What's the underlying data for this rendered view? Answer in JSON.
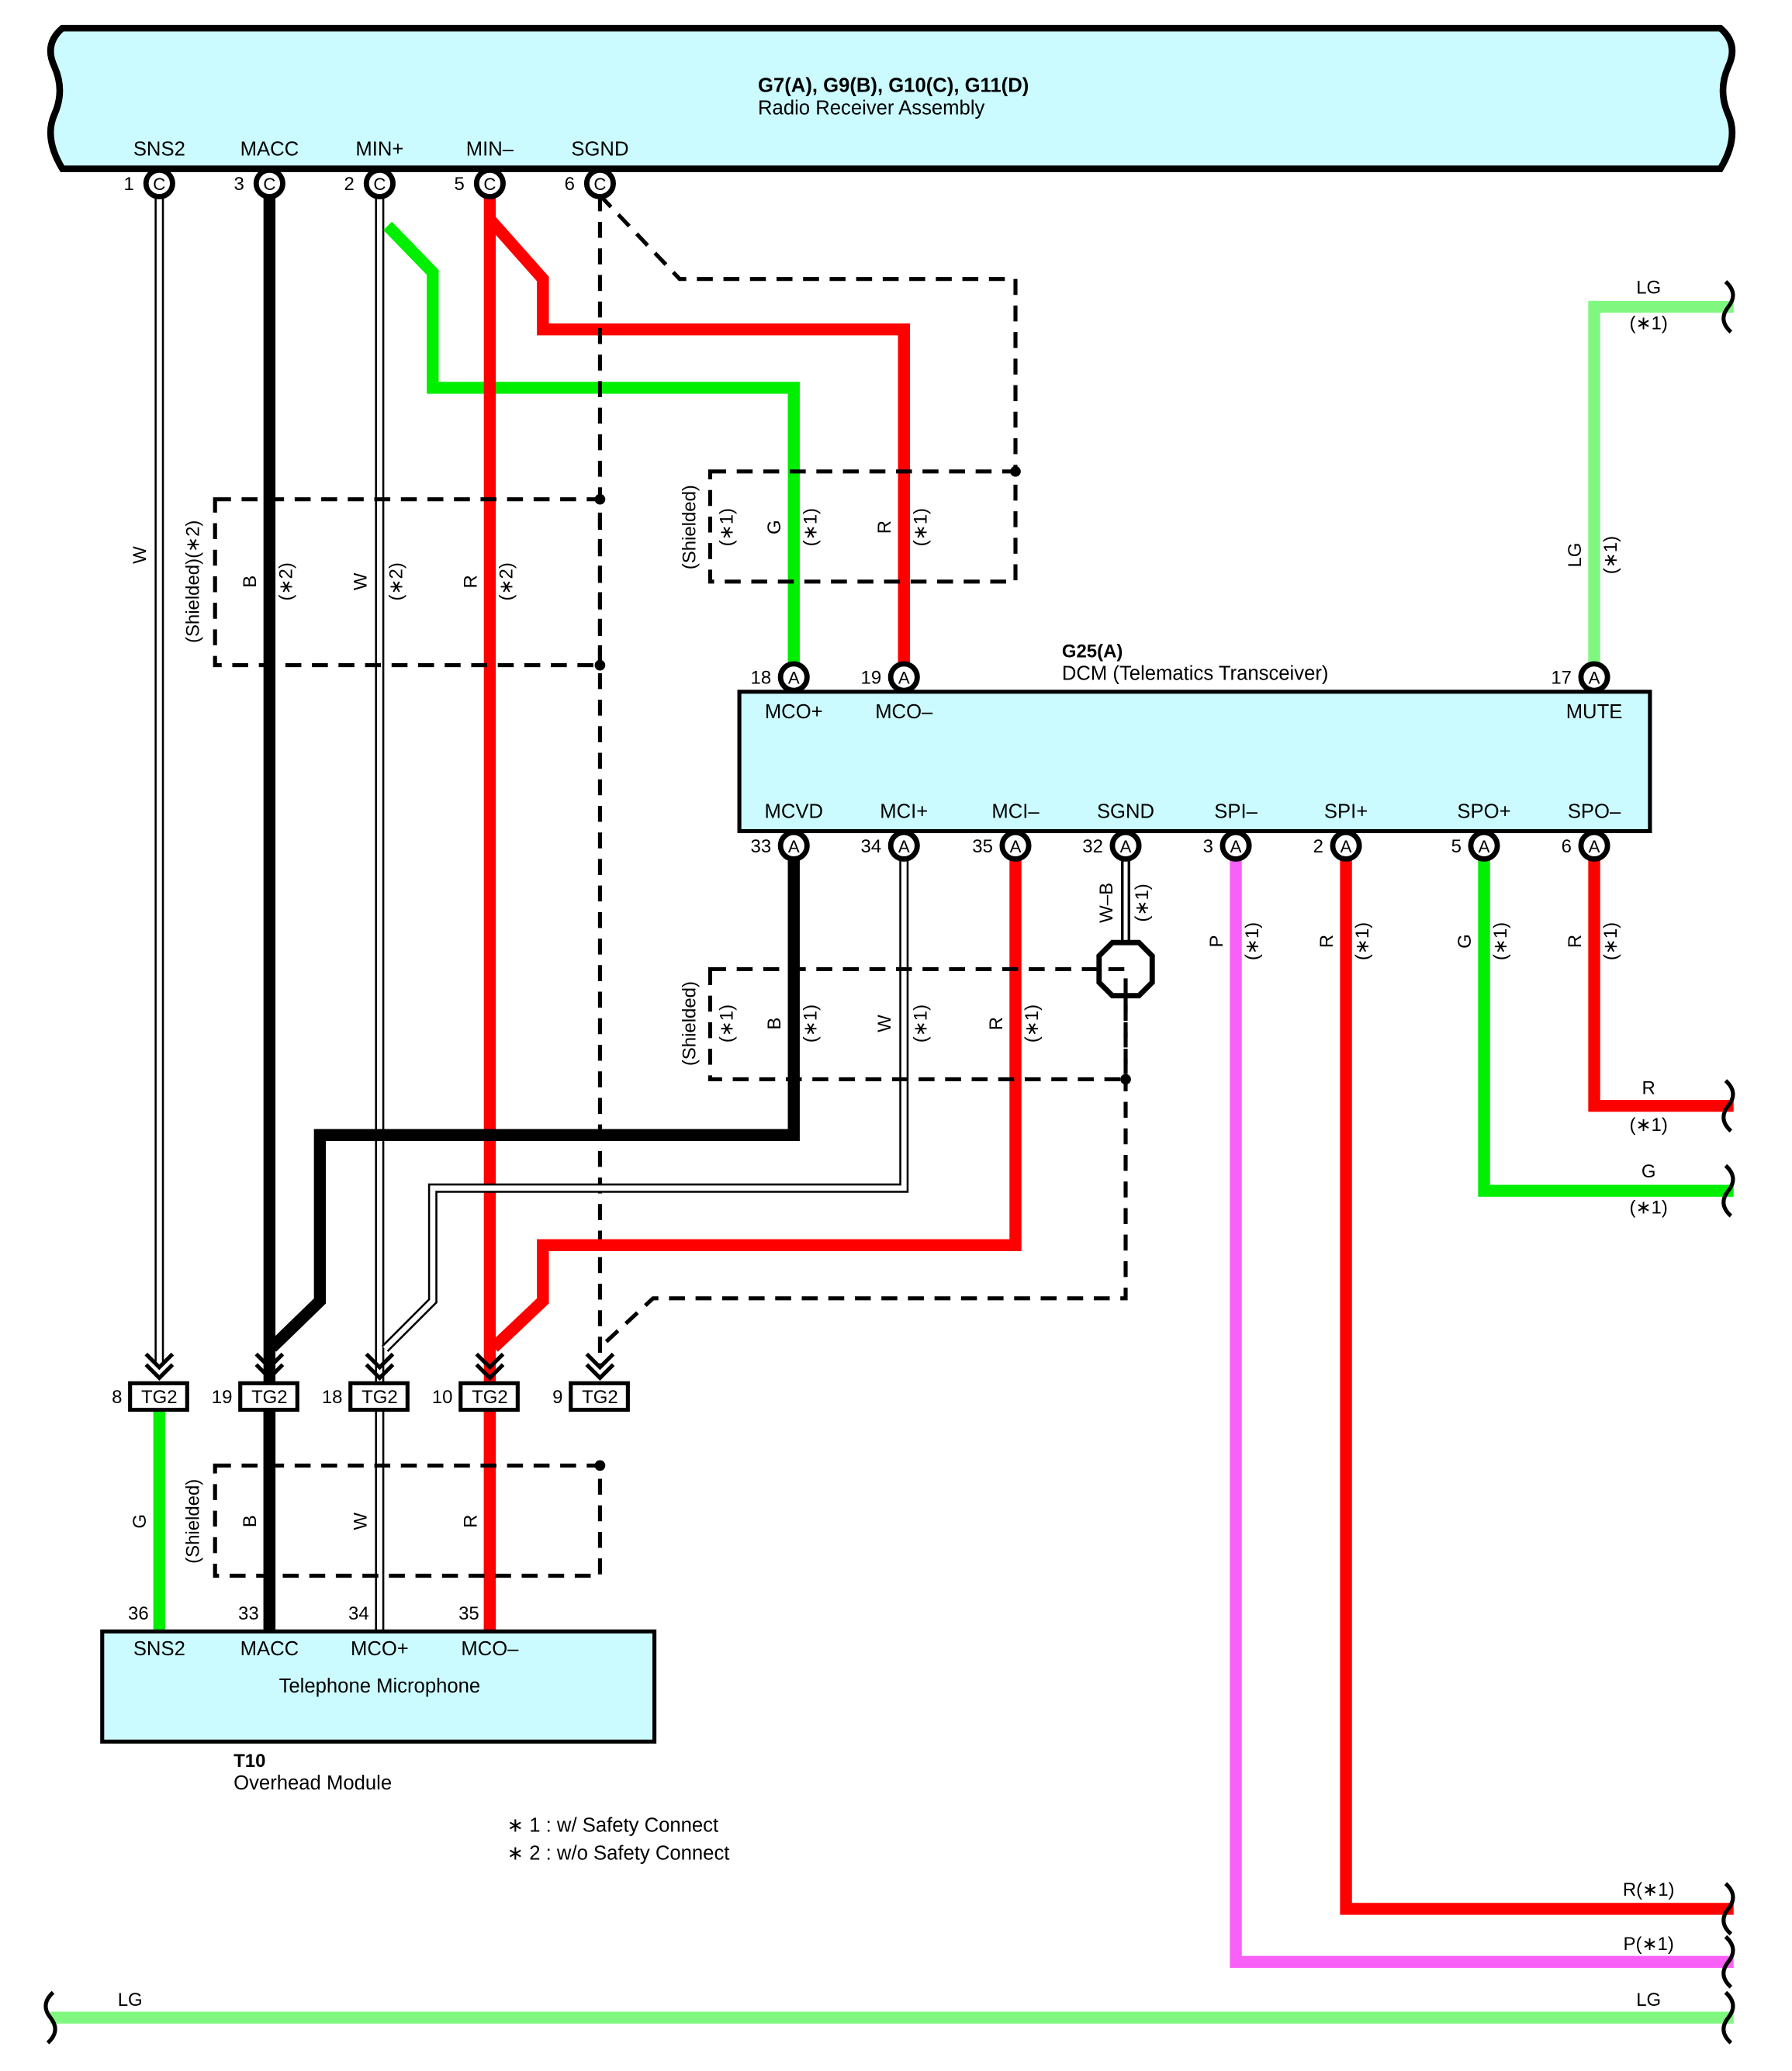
{
  "colors": {
    "LG": "#80f880",
    "G": "#00ee00",
    "R": "#ff0000",
    "B": "#000000",
    "W": "#ffffff",
    "P": "#f860f8",
    "box_fill": "#ccfbff"
  },
  "radio": {
    "title": "G7(A), G9(B), G10(C), G11(D)",
    "subtitle": "Radio Receiver Assembly",
    "pins": [
      {
        "label": "SNS2",
        "num": "1",
        "letter": "C"
      },
      {
        "label": "MACC",
        "num": "3",
        "letter": "C"
      },
      {
        "label": "MIN+",
        "num": "2",
        "letter": "C"
      },
      {
        "label": "MIN–",
        "num": "5",
        "letter": "C"
      },
      {
        "label": "SGND",
        "num": "6",
        "letter": "C"
      }
    ]
  },
  "dcm": {
    "title": "G25(A)",
    "subtitle": "DCM (Telematics Transceiver)",
    "top_pins": [
      {
        "label": "MCO+",
        "num": "18",
        "letter": "A"
      },
      {
        "label": "MCO–",
        "num": "19",
        "letter": "A"
      },
      {
        "label": "MUTE",
        "num": "17",
        "letter": "A"
      }
    ],
    "bottom_pins": [
      {
        "label": "MCVD",
        "num": "33",
        "letter": "A"
      },
      {
        "label": "MCI+",
        "num": "34",
        "letter": "A"
      },
      {
        "label": "MCI–",
        "num": "35",
        "letter": "A"
      },
      {
        "label": "SGND",
        "num": "32",
        "letter": "A"
      },
      {
        "label": "SPI–",
        "num": "3",
        "letter": "A"
      },
      {
        "label": "SPI+",
        "num": "2",
        "letter": "A"
      },
      {
        "label": "SPO+",
        "num": "5",
        "letter": "A"
      },
      {
        "label": "SPO–",
        "num": "6",
        "letter": "A"
      }
    ]
  },
  "junction": {
    "name": "TG2",
    "pins": [
      "8",
      "19",
      "18",
      "10",
      "9"
    ]
  },
  "mic": {
    "title": "Telephone Microphone",
    "pins": [
      {
        "label": "SNS2",
        "num": "36"
      },
      {
        "label": "MACC",
        "num": "33"
      },
      {
        "label": "MCO+",
        "num": "34"
      },
      {
        "label": "MCO–",
        "num": "35"
      }
    ]
  },
  "module": {
    "title": "T10",
    "subtitle": "Overhead Module"
  },
  "shield_labels": {
    "shielded2": "(Shielded)(∗2)",
    "shielded": "(Shielded)",
    "star1": "(∗1)",
    "star2": "(∗2)"
  },
  "wire_labels": {
    "W": "W",
    "B": "B",
    "R": "R",
    "G": "G",
    "LG": "LG",
    "P": "P",
    "WB": "W–B"
  },
  "right_labels": {
    "lg_top": "LG",
    "r_spo": "R",
    "g_spo": "G",
    "r_spi": "R(∗1)",
    "p_spi": "P(∗1)",
    "lg_bottom_left": "LG",
    "lg_bottom_right": "LG"
  },
  "notes": [
    "∗ 1 : w/ Safety Connect",
    "∗ 2 : w/o Safety Connect"
  ]
}
